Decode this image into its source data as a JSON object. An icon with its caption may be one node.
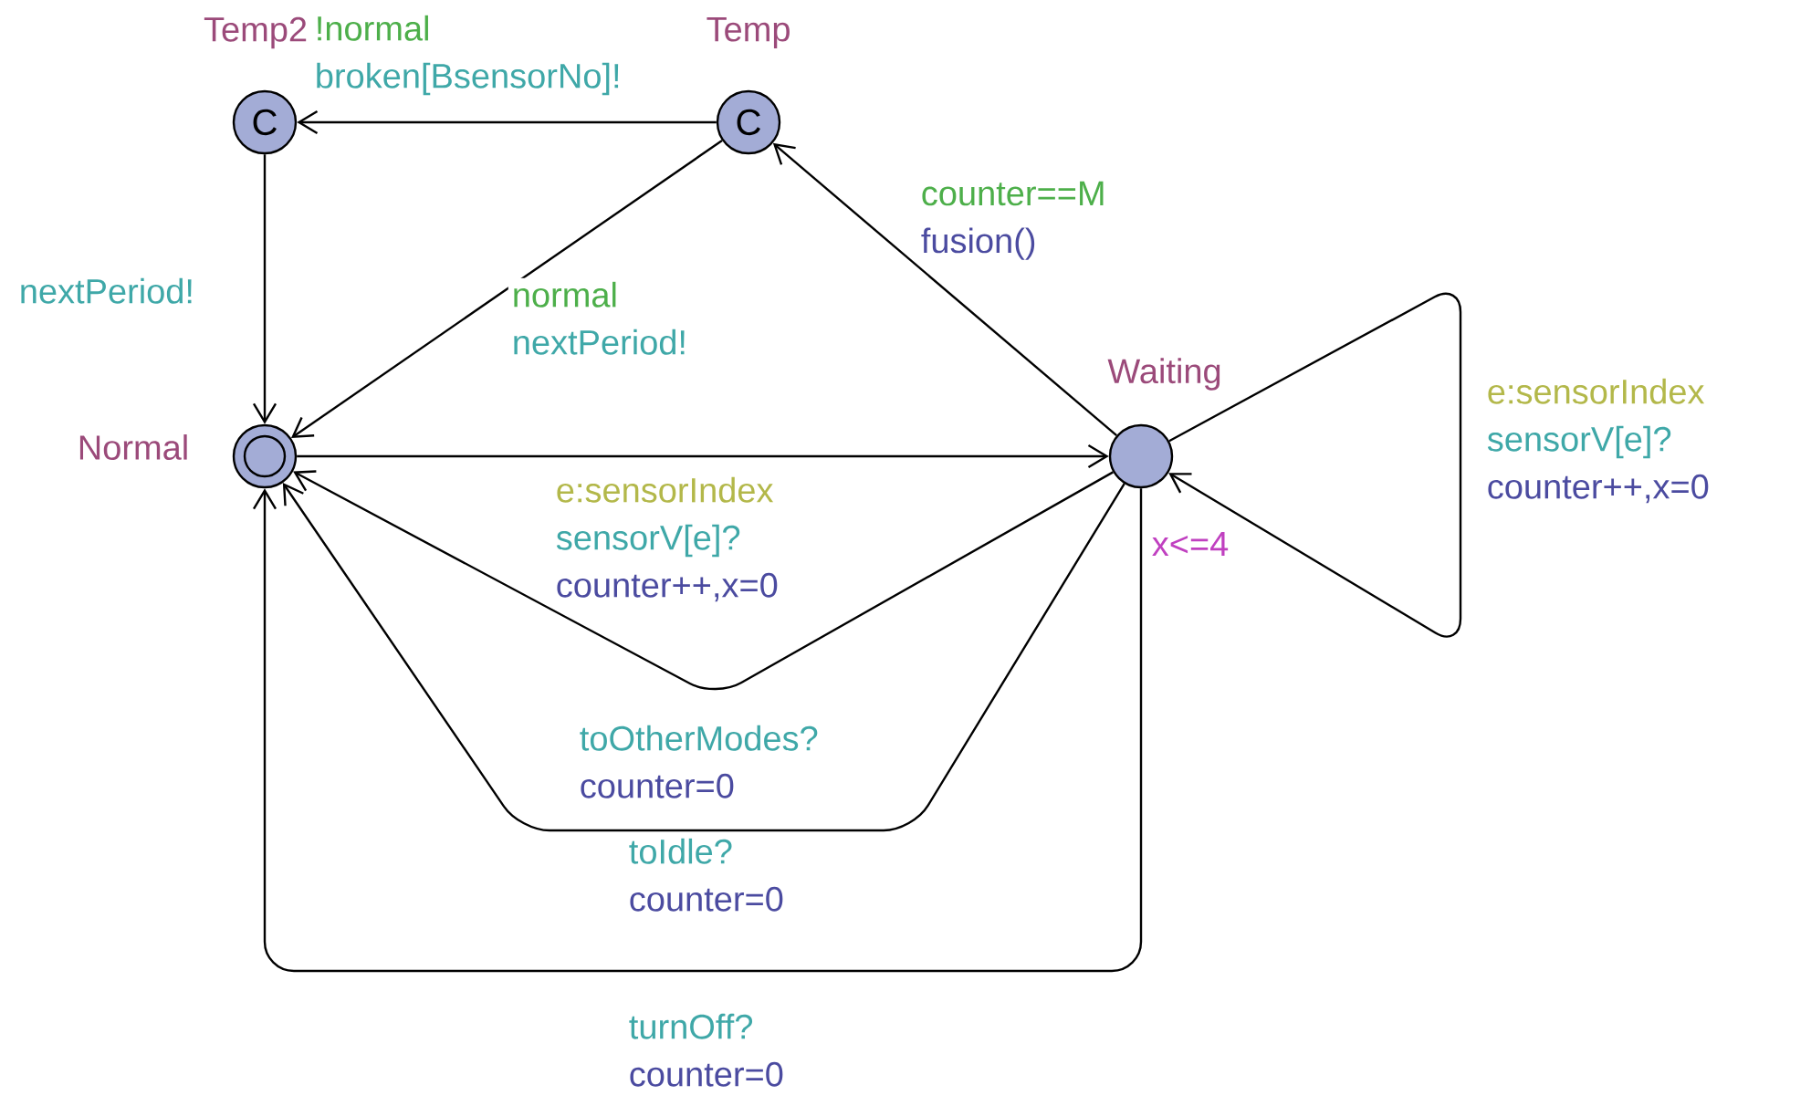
{
  "diagram": {
    "nodes": [
      {
        "text": [
          "Temp2",
          "C"
        ]
      },
      {
        "text": [
          "Temp",
          "C"
        ]
      },
      {
        "text": [
          "Normal"
        ]
      },
      {
        "text": [
          "Waiting"
        ],
        "beside": [
          "x<=4"
        ]
      }
    ],
    "edges": [
      {
        "from": 1,
        "to": 0,
        "arrow": "to",
        "label": "!normal broken[BsensorNo]!"
      },
      {
        "from": 0,
        "to": 2,
        "arrow": "to",
        "label": "nextPeriod!"
      },
      {
        "from": 1,
        "to": 2,
        "arrow": "to",
        "label": "normal nextPeriod!"
      },
      {
        "from": 3,
        "to": 1,
        "arrow": "to",
        "label": "counter==M fusion()"
      },
      {
        "from": 2,
        "to": 3,
        "arrow": "to",
        "label": "e:sensorIndex sensorV[e]? counter++,x=0"
      },
      {
        "from": 3,
        "to": 2,
        "arrow": "to",
        "label": "toOtherModes? counter=0"
      },
      {
        "from": 3,
        "to": 2,
        "arrow": "to",
        "label": "toIdle? counter=0"
      },
      {
        "from": 3,
        "to": 2,
        "arrow": "to",
        "label": "turnOff? counter=0"
      },
      {
        "from": 3,
        "to": 3,
        "arrow": "to",
        "label": "e:sensorIndex sensorV[e]? counter++,x=0"
      }
    ]
  }
}
